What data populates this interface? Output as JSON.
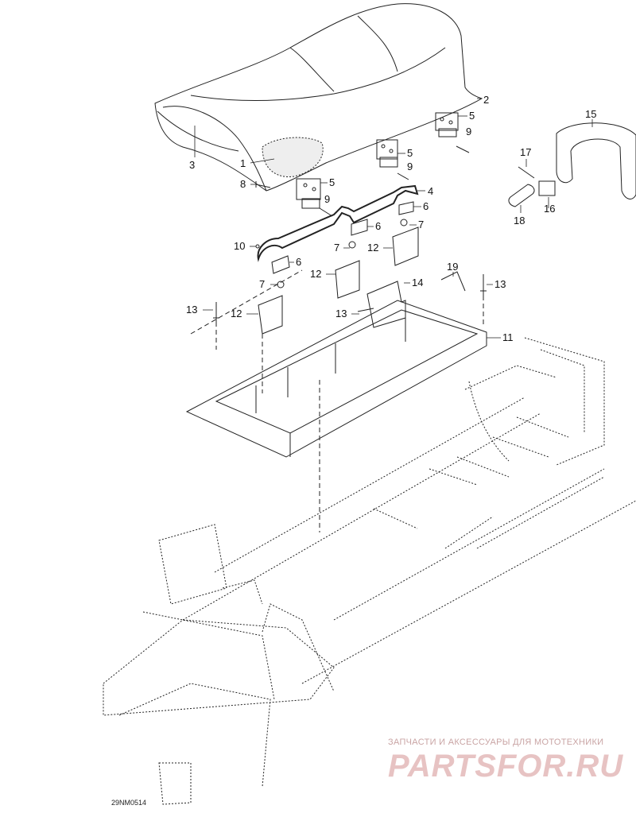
{
  "diagram_code": "29NM0514",
  "watermark": {
    "tagline": "ЗАПЧАСТИ И АКСЕССУАРЫ ДЛЯ МОТОТЕХНИКИ",
    "logo": "PARTSFOR.RU"
  },
  "callouts": [
    {
      "id": "c1",
      "label": "1"
    },
    {
      "id": "c2",
      "label": "2"
    },
    {
      "id": "c3",
      "label": "3"
    },
    {
      "id": "c4",
      "label": "4"
    },
    {
      "id": "c5a",
      "label": "5"
    },
    {
      "id": "c5b",
      "label": "5"
    },
    {
      "id": "c5c",
      "label": "5"
    },
    {
      "id": "c6a",
      "label": "6"
    },
    {
      "id": "c6b",
      "label": "6"
    },
    {
      "id": "c6c",
      "label": "6"
    },
    {
      "id": "c7a",
      "label": "7"
    },
    {
      "id": "c7b",
      "label": "7"
    },
    {
      "id": "c7c",
      "label": "7"
    },
    {
      "id": "c8",
      "label": "8"
    },
    {
      "id": "c9a",
      "label": "9"
    },
    {
      "id": "c9b",
      "label": "9"
    },
    {
      "id": "c9c",
      "label": "9"
    },
    {
      "id": "c10",
      "label": "10"
    },
    {
      "id": "c11",
      "label": "11"
    },
    {
      "id": "c12a",
      "label": "12"
    },
    {
      "id": "c12b",
      "label": "12"
    },
    {
      "id": "c12c",
      "label": "12"
    },
    {
      "id": "c13a",
      "label": "13"
    },
    {
      "id": "c13b",
      "label": "13"
    },
    {
      "id": "c13c",
      "label": "13"
    },
    {
      "id": "c14",
      "label": "14"
    },
    {
      "id": "c15",
      "label": "15"
    },
    {
      "id": "c16",
      "label": "16"
    },
    {
      "id": "c17",
      "label": "17"
    },
    {
      "id": "c18",
      "label": "18"
    },
    {
      "id": "c19",
      "label": "19"
    }
  ]
}
